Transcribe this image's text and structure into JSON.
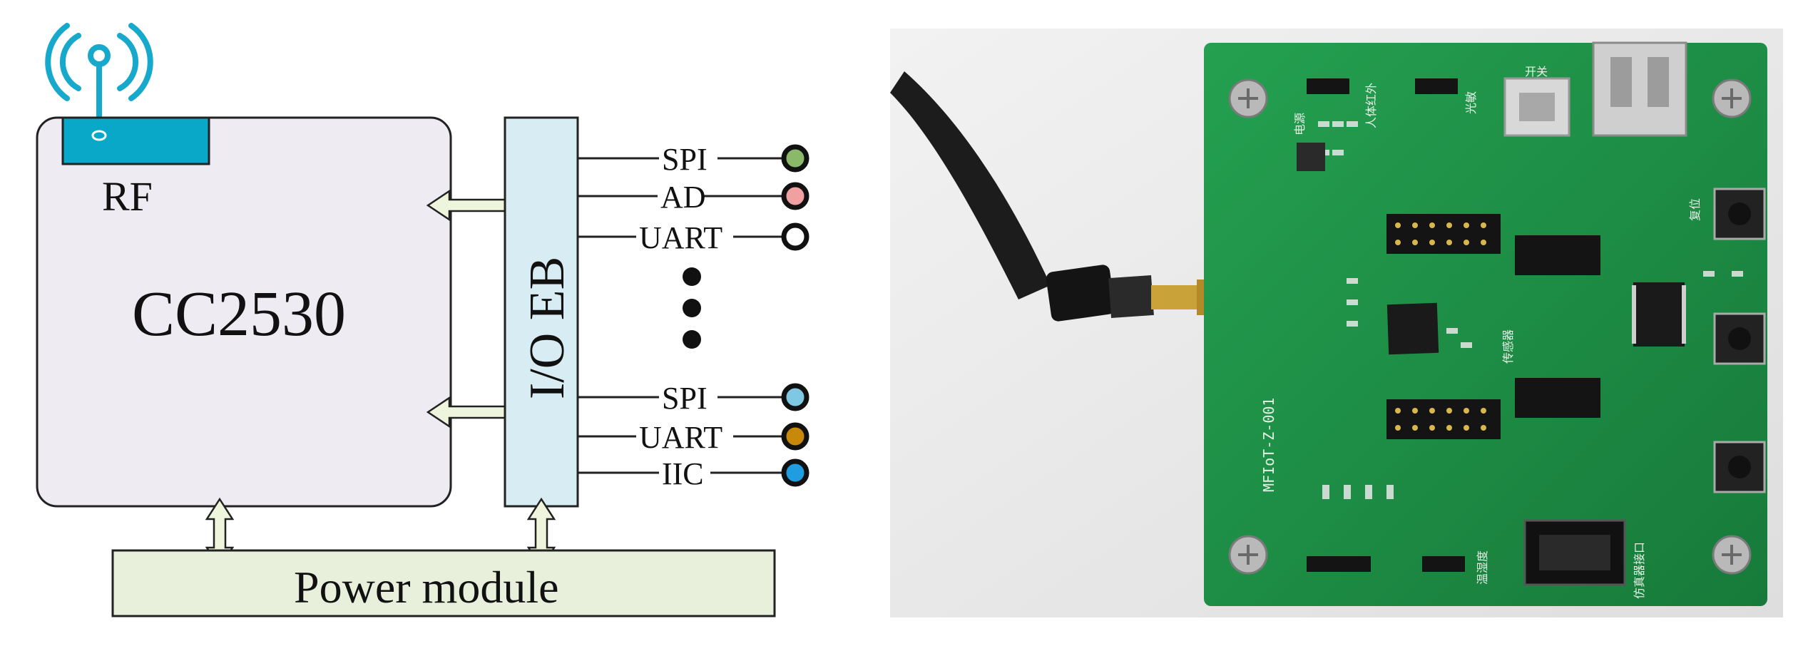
{
  "diagram": {
    "rf_label": "RF",
    "chip_label": "CC2530",
    "io_label": "I/O EB",
    "power_label": "Power module",
    "ports": [
      {
        "label": "SPI",
        "color": "#8bb96a"
      },
      {
        "label": "AD",
        "color": "#f0a0a0"
      },
      {
        "label": "UART",
        "color": "#ffffff"
      },
      {
        "label": "SPI",
        "color": "#7ec8e3"
      },
      {
        "label": "UART",
        "color": "#c8880a"
      },
      {
        "label": "IIC",
        "color": "#1e9ee0"
      }
    ],
    "colors": {
      "chip_fill": "#eeebf3",
      "io_fill": "#d8edf3",
      "power_fill": "#e8f0dc",
      "rf_fill": "#0aa8c8",
      "arrow_fill": "#eef5dc",
      "antenna": "#17a9cc"
    }
  },
  "photo": {
    "board_color": "#1d8f45",
    "silkscreen": {
      "board_id": "MFIoT-Z-001",
      "reset": "复位",
      "sensor": "传感器",
      "emulator_port": "仿真器接口",
      "temp_humidity": "温湿度",
      "body_infrared": "人体红外",
      "light": "光敏",
      "power": "电源",
      "switch": "开关"
    }
  }
}
